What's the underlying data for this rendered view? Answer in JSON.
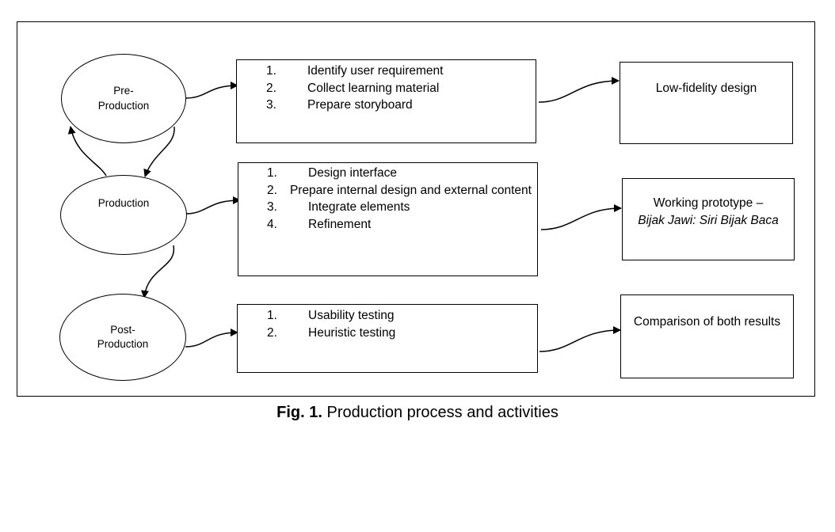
{
  "stages": [
    {
      "label": "Pre-\nProduction"
    },
    {
      "label": "Production"
    },
    {
      "label": "Post-\nProduction"
    }
  ],
  "activities": [
    {
      "items": [
        {
          "num": "1.",
          "text": "Identify user requirement"
        },
        {
          "num": "2.",
          "text": "Collect learning material"
        },
        {
          "num": "3.",
          "text": "Prepare storyboard"
        }
      ]
    },
    {
      "items": [
        {
          "num": "1.",
          "text": "Design interface"
        },
        {
          "num": "2.",
          "text": "Prepare internal design and external content"
        },
        {
          "num": "3.",
          "text": "Integrate elements"
        },
        {
          "num": "4.",
          "text": "Refinement"
        }
      ]
    },
    {
      "items": [
        {
          "num": "1.",
          "text": "Usability testing"
        },
        {
          "num": "2.",
          "text": "Heuristic testing"
        }
      ]
    }
  ],
  "results": [
    {
      "line1": "Low-fidelity design",
      "line2": ""
    },
    {
      "line1": "Working prototype –",
      "line2": "Bijak Jawi: Siri Bijak Baca"
    },
    {
      "line1": "Comparison of both results",
      "line2": ""
    }
  ],
  "caption": {
    "label": "Fig. 1.",
    "text": " Production process and activities"
  }
}
